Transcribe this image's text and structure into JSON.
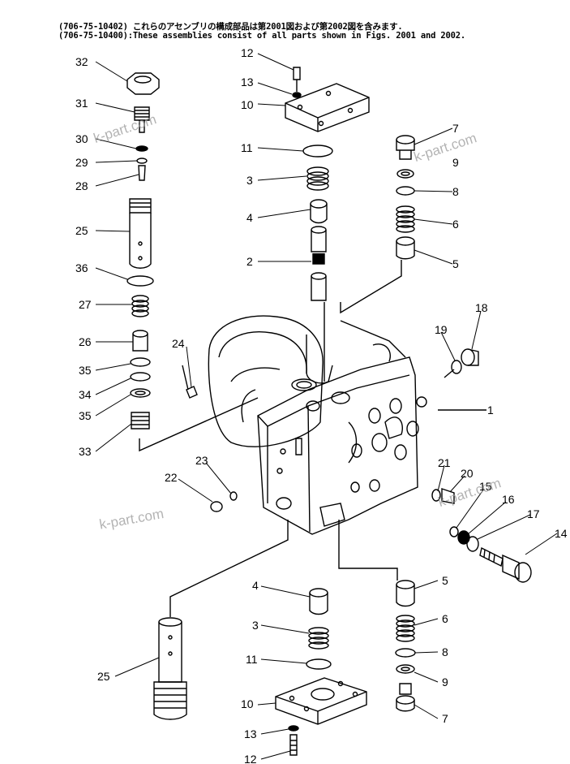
{
  "header": {
    "line1": "(706-75-10402) これらのアセンブリの構成部品は第2001図および第2002図を含みます.",
    "line2": "(706-75-10400):These assemblies consist of all parts shown in Figs. 2001 and 2002."
  },
  "watermarks": [
    "k-part.com",
    "k-part.com",
    "k-part.com",
    "k-part.com"
  ],
  "callouts": [
    {
      "id": "c-12-top",
      "num": "12"
    },
    {
      "id": "c-13-top",
      "num": "13"
    },
    {
      "id": "c-10-top",
      "num": "10"
    },
    {
      "id": "c-11-top",
      "num": "11"
    },
    {
      "id": "c-3-top",
      "num": "3"
    },
    {
      "id": "c-4-top",
      "num": "4"
    },
    {
      "id": "c-2",
      "num": "2"
    },
    {
      "id": "c-32",
      "num": "32"
    },
    {
      "id": "c-31",
      "num": "31"
    },
    {
      "id": "c-30",
      "num": "30"
    },
    {
      "id": "c-29",
      "num": "29"
    },
    {
      "id": "c-28",
      "num": "28"
    },
    {
      "id": "c-25-top",
      "num": "25"
    },
    {
      "id": "c-36",
      "num": "36"
    },
    {
      "id": "c-27",
      "num": "27"
    },
    {
      "id": "c-26",
      "num": "26"
    },
    {
      "id": "c-35-a",
      "num": "35"
    },
    {
      "id": "c-34",
      "num": "34"
    },
    {
      "id": "c-35-b",
      "num": "35"
    },
    {
      "id": "c-33",
      "num": "33"
    },
    {
      "id": "c-7-top",
      "num": "7"
    },
    {
      "id": "c-9-top",
      "num": "9"
    },
    {
      "id": "c-8-top",
      "num": "8"
    },
    {
      "id": "c-6-top",
      "num": "6"
    },
    {
      "id": "c-5-top",
      "num": "5"
    },
    {
      "id": "c-18",
      "num": "18"
    },
    {
      "id": "c-19",
      "num": "19"
    },
    {
      "id": "c-1",
      "num": "1"
    },
    {
      "id": "c-24",
      "num": "24"
    },
    {
      "id": "c-21",
      "num": "21"
    },
    {
      "id": "c-20",
      "num": "20"
    },
    {
      "id": "c-15",
      "num": "15"
    },
    {
      "id": "c-16",
      "num": "16"
    },
    {
      "id": "c-17",
      "num": "17"
    },
    {
      "id": "c-14",
      "num": "14"
    },
    {
      "id": "c-23",
      "num": "23"
    },
    {
      "id": "c-22",
      "num": "22"
    },
    {
      "id": "c-4-bot",
      "num": "4"
    },
    {
      "id": "c-3-bot",
      "num": "3"
    },
    {
      "id": "c-11-bot",
      "num": "11"
    },
    {
      "id": "c-10-bot",
      "num": "10"
    },
    {
      "id": "c-13-bot",
      "num": "13"
    },
    {
      "id": "c-12-bot",
      "num": "12"
    },
    {
      "id": "c-5-bot",
      "num": "5"
    },
    {
      "id": "c-6-bot",
      "num": "6"
    },
    {
      "id": "c-8-bot",
      "num": "8"
    },
    {
      "id": "c-9-bot",
      "num": "9"
    },
    {
      "id": "c-7-bot",
      "num": "7"
    },
    {
      "id": "c-25-bot",
      "num": "25"
    }
  ]
}
